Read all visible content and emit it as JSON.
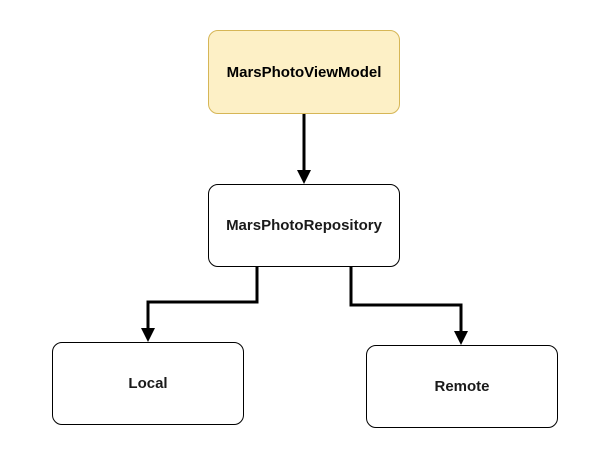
{
  "diagram": {
    "nodes": {
      "viewmodel": {
        "label": "MarsPhotoViewModel",
        "fill": "#fdf0c6",
        "stroke": "#d6b656"
      },
      "repository": {
        "label": "MarsPhotoRepository",
        "fill": "#ffffff",
        "stroke": "#000000"
      },
      "local": {
        "label": "Local",
        "fill": "#ffffff",
        "stroke": "#000000"
      },
      "remote": {
        "label": "Remote",
        "fill": "#ffffff",
        "stroke": "#000000"
      }
    },
    "edges": [
      {
        "from": "viewmodel",
        "to": "repository"
      },
      {
        "from": "repository",
        "to": "local"
      },
      {
        "from": "repository",
        "to": "remote"
      }
    ],
    "edge_color": "#000000"
  }
}
